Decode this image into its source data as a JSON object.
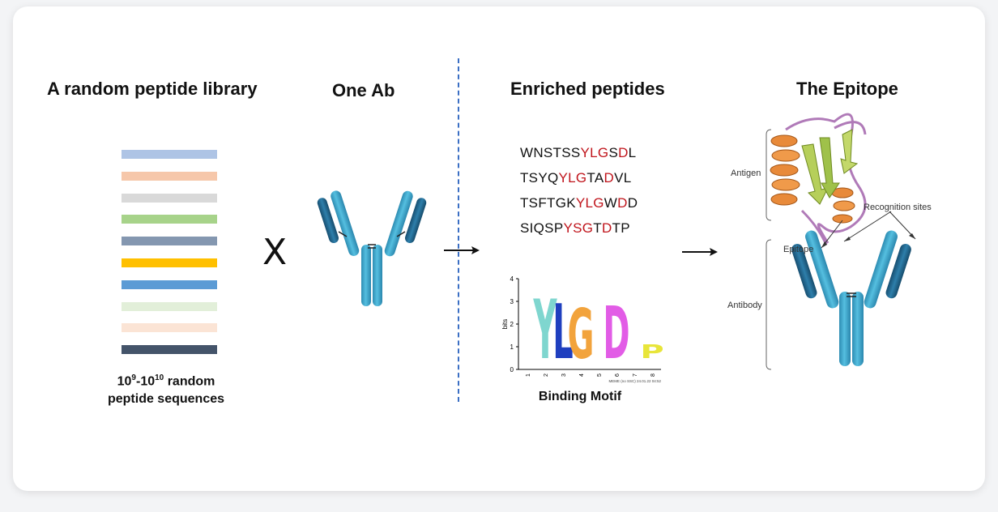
{
  "headings": {
    "library": "A random peptide library",
    "antibody": "One Ab",
    "enriched": "Enriched peptides",
    "epitope": "The Epitope"
  },
  "library": {
    "bar_colors": [
      "#aec4e5",
      "#f6c7aa",
      "#d9d9d9",
      "#a7d38a",
      "#8497b0",
      "#ffc000",
      "#5b9bd5",
      "#e2efd9",
      "#fbe4d5",
      "#44546a"
    ],
    "caption_line1": "random",
    "caption_line2": "peptide sequences",
    "exp_base_1": "10",
    "exp_1": "9",
    "exp_sep": "-10",
    "exp_2": "10"
  },
  "operator": "X",
  "sequences": [
    [
      {
        "t": "WNSTSS",
        "red": false
      },
      {
        "t": "YLG",
        "red": true
      },
      {
        "t": "S",
        "red": false
      },
      {
        "t": "D",
        "red": true
      },
      {
        "t": "L",
        "red": false
      }
    ],
    [
      {
        "t": "TSYQ",
        "red": false
      },
      {
        "t": "YLG",
        "red": true
      },
      {
        "t": "TA",
        "red": false
      },
      {
        "t": "D",
        "red": true
      },
      {
        "t": "VL",
        "red": false
      }
    ],
    [
      {
        "t": "TSFTGK",
        "red": false
      },
      {
        "t": "YLG",
        "red": true
      },
      {
        "t": "W",
        "red": false
      },
      {
        "t": "D",
        "red": true
      },
      {
        "t": "D",
        "red": false
      }
    ],
    [
      {
        "t": "SIQSP",
        "red": false
      },
      {
        "t": "YSG",
        "red": true
      },
      {
        "t": "T",
        "red": false
      },
      {
        "t": "D",
        "red": true
      },
      {
        "t": "TP",
        "red": false
      }
    ]
  ],
  "logo": {
    "ylabel": "bits",
    "yticks": [
      "0",
      "1",
      "2",
      "3",
      "4"
    ],
    "positions": [
      "1",
      "2",
      "3",
      "4",
      "5",
      "6",
      "7",
      "8"
    ],
    "letters": [
      {
        "pos": 2,
        "letter": "Y",
        "bits": 2.6,
        "color": "#7fd6cf"
      },
      {
        "pos": 3,
        "letter": "L",
        "bits": 2.4,
        "color": "#1f3fbf"
      },
      {
        "pos": 4,
        "letter": "G",
        "bits": 2.2,
        "color": "#f2a33c"
      },
      {
        "pos": 6,
        "letter": "D",
        "bits": 2.3,
        "color": "#e25ce6"
      },
      {
        "pos": 8,
        "letter": "P",
        "bits": 0.6,
        "color": "#e8e53a"
      }
    ],
    "footnote": "MEME (no SSC) 24.01.22 04:52",
    "label": "Binding Motif"
  },
  "epitope_labels": {
    "antigen": "Antigen",
    "epitope": "Epitope",
    "antibody": "Antibody",
    "recognition": "Recognition sites"
  },
  "colors": {
    "ab_light": "#3aa6c8",
    "ab_dark": "#1f6b93",
    "helix": "#e88a3a",
    "loop": "#b07ab8",
    "sheet": "#b6cf5a",
    "accent_red": "#c0141b",
    "divider": "#3b6fc4"
  }
}
